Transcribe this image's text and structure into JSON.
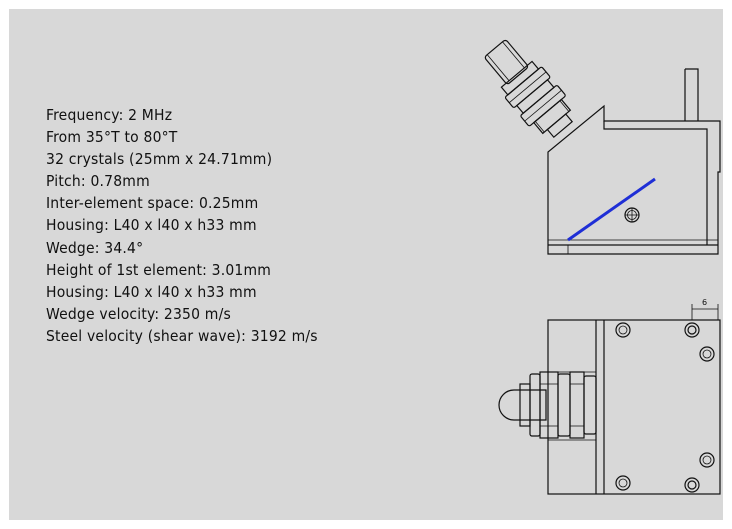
{
  "specs": [
    "Frequency: 2 MHz",
    "From 35°T to 80°T",
    "32 crystals (25mm x 24.71mm)",
    "Pitch: 0.78mm",
    "Inter-element space: 0.25mm",
    "Housing: L40 x l40 x h33 mm",
    "Wedge: 34.4°",
    "Height of 1st element: 3.01mm",
    "Housing: L40 x l40 x h33 mm",
    "Wedge velocity: 2350 m/s",
    "Steel velocity (shear wave): 3192 m/s"
  ],
  "drawing": {
    "dimension_label": "6",
    "crystal_color": "#1f2fd6"
  }
}
